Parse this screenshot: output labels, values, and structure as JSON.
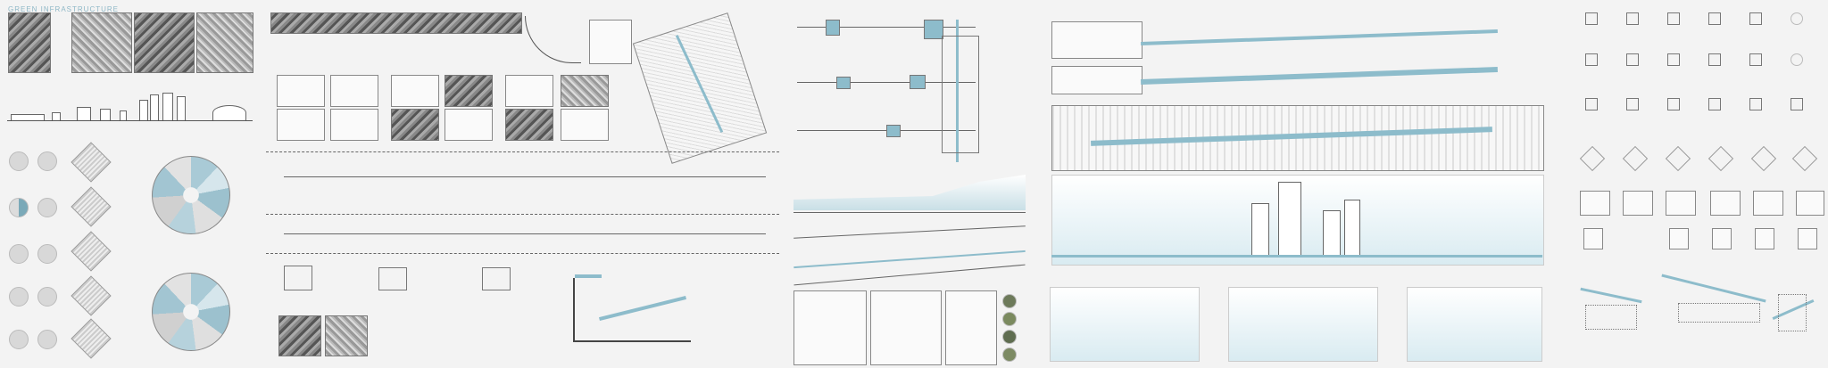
{
  "board": {
    "title": "GREEN INFRASTRUCTURE"
  },
  "colors": {
    "background": "#f3f3f3",
    "accent_teal": "#7aa9b8",
    "line": "#666666"
  },
  "panels": [
    {
      "id": "analysis"
    },
    {
      "id": "site-mapping"
    },
    {
      "id": "system-diagrams"
    },
    {
      "id": "masterplan-renders"
    },
    {
      "id": "components"
    }
  ]
}
